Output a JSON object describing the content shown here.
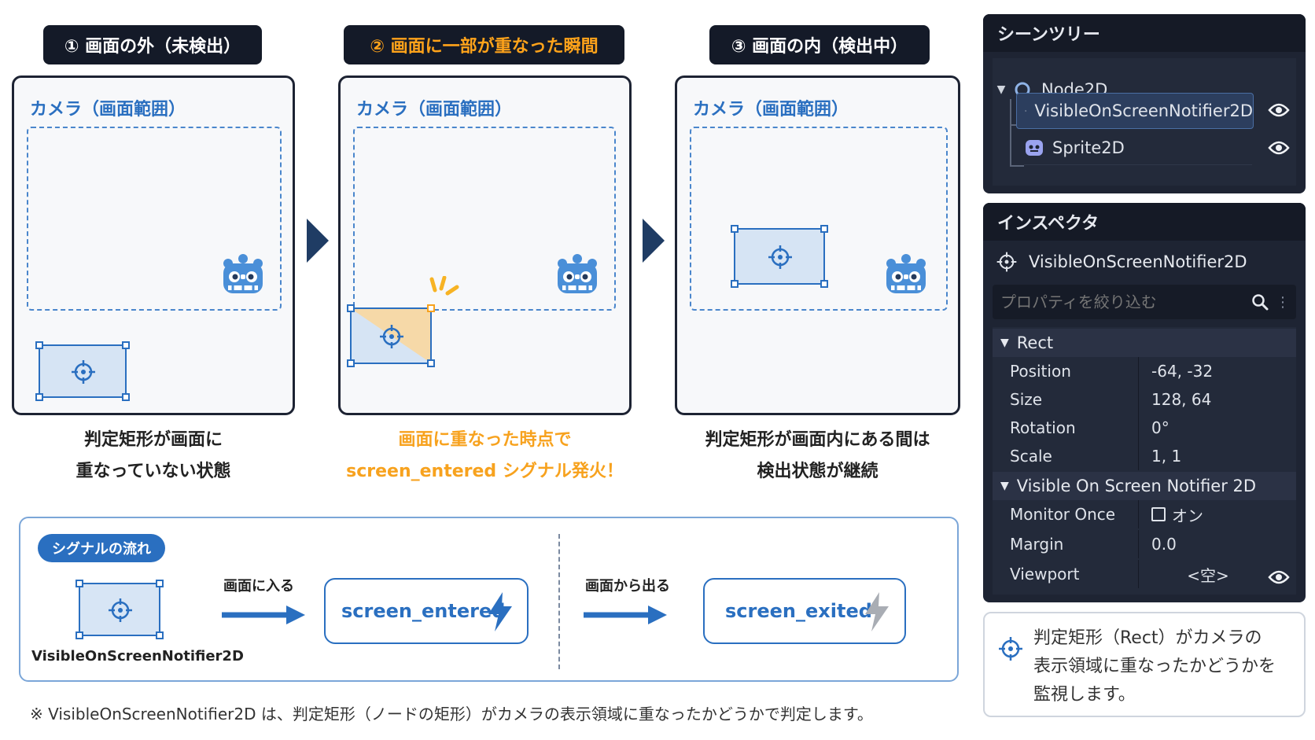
{
  "stages": [
    {
      "header": "① 画面の外（未検出）",
      "camera_label": "カメラ（画面範囲）",
      "caption_line1": "判定矩形が画面に",
      "caption_line2": "重なっていない状態"
    },
    {
      "header": "② 画面に一部が重なった瞬間",
      "camera_label": "カメラ（画面範囲）",
      "caption_line1": "画面に重なった時点で",
      "caption_line2": "screen_entered シグナル発火！"
    },
    {
      "header": "③ 画面の内（検出中）",
      "camera_label": "カメラ（画面範囲）",
      "caption_line1": "判定矩形が画面内にある間は",
      "caption_line2": "検出状態が継続"
    }
  ],
  "flow": {
    "tag": "シグナルの流れ",
    "node_label": "VisibleOnScreenNotifier2D",
    "enter_label": "画面に入る",
    "enter_signal": "screen_entered",
    "exit_label": "画面から出る",
    "exit_signal": "screen_exited"
  },
  "footnote": "※ VisibleOnScreenNotifier2D は、判定矩形（ノードの矩形）がカメラの表示領域に重なったかどうかで判定します。",
  "scene_tree": {
    "title": "シーンツリー",
    "nodes": [
      {
        "name": "Node2D",
        "icon": "node2d-circle-icon"
      },
      {
        "name": "VisibleOnScreenNotifier2D",
        "icon": "crosshair-icon"
      },
      {
        "name": "Sprite2D",
        "icon": "sprite-icon"
      }
    ]
  },
  "inspector": {
    "title": "インスペクタ",
    "node_name": "VisibleOnScreenNotifier2D",
    "filter_placeholder": "プロパティを絞り込む",
    "sections": [
      {
        "name": "Rect",
        "props": [
          {
            "key": "Position",
            "value": "-64, -32"
          },
          {
            "key": "Size",
            "value": "128, 64"
          },
          {
            "key": "Rotation",
            "value": "0°"
          },
          {
            "key": "Scale",
            "value": "1, 1"
          }
        ]
      },
      {
        "name": "Visible On Screen Notifier 2D",
        "props": [
          {
            "key": "Monitor Once",
            "value": "オン"
          },
          {
            "key": "Margin",
            "value": "0.0"
          },
          {
            "key": "Viewport",
            "value": "<空>"
          }
        ]
      }
    ]
  },
  "tip": {
    "line1": "判定矩形（Rect）がカメラの",
    "line2": "表示領域に重なったかどうかを",
    "line3": "監視します。"
  },
  "colors": {
    "accent_blue": "#2a6fc0",
    "accent_orange": "#f7a21e",
    "dark": "#1e2433"
  }
}
